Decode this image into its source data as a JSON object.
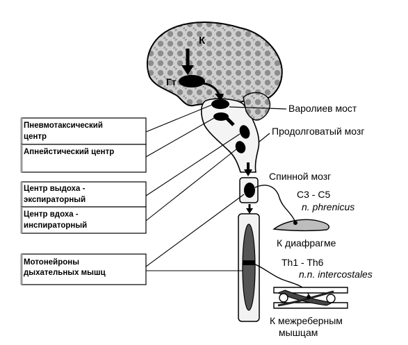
{
  "brain_labels": {
    "cortex": "К",
    "hypothalamus": "Гт"
  },
  "structures": {
    "pons": "Варолиев мост",
    "medulla": "Продолговатый мозг",
    "spinal_cord": "Спинной мозг",
    "cervical_segments": "C3 - C5",
    "phrenic_nerve": "n. phrenicus",
    "to_diaphragm": "К диафрагме",
    "thoracic_segments": "Th1 - Th6",
    "intercostal_nerves": "n.n. intercostales",
    "to_intercostal_line1": "К межреберным",
    "to_intercostal_line2": "мышцам"
  },
  "boxes": {
    "pneumotaxic_line1": "Пневмотаксический",
    "pneumotaxic_line2": "центр",
    "apneustic": "Апнейстический центр",
    "expiratory_line1": "Центр выдоха -",
    "expiratory_line2": "экспираторный",
    "inspiratory_line1": "Центр вдоха -",
    "inspiratory_line2": "инспираторный",
    "motoneurons_line1": "Мотонейроны",
    "motoneurons_line2": "дыхательных мышц"
  }
}
